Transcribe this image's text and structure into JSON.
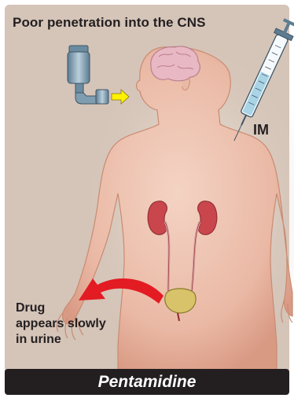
{
  "title": "Poor penetration into the CNS",
  "route_label": "IM",
  "excretion_label": {
    "line1": "Drug",
    "line2": "appears slowly",
    "line3": "in urine"
  },
  "drug_name": "Pentamidine",
  "colors": {
    "panel_bg": "#d5c4b8",
    "body_fill": "#efc3b0",
    "skin_edge": "#c98b72",
    "footer_bg": "#231f20",
    "arrow_red": "#e31b23",
    "arrow_yellow": "#fff200",
    "brain": "#e8b8c4",
    "kidney": "#c8464c",
    "bladder": "#d8c36a",
    "syringe_fluid": "#a9d4e6",
    "inhaler": "#7f9db0"
  },
  "icons": [
    "brain-icon",
    "inhaler-icon",
    "syringe-icon",
    "kidney-icon",
    "bladder-icon"
  ]
}
